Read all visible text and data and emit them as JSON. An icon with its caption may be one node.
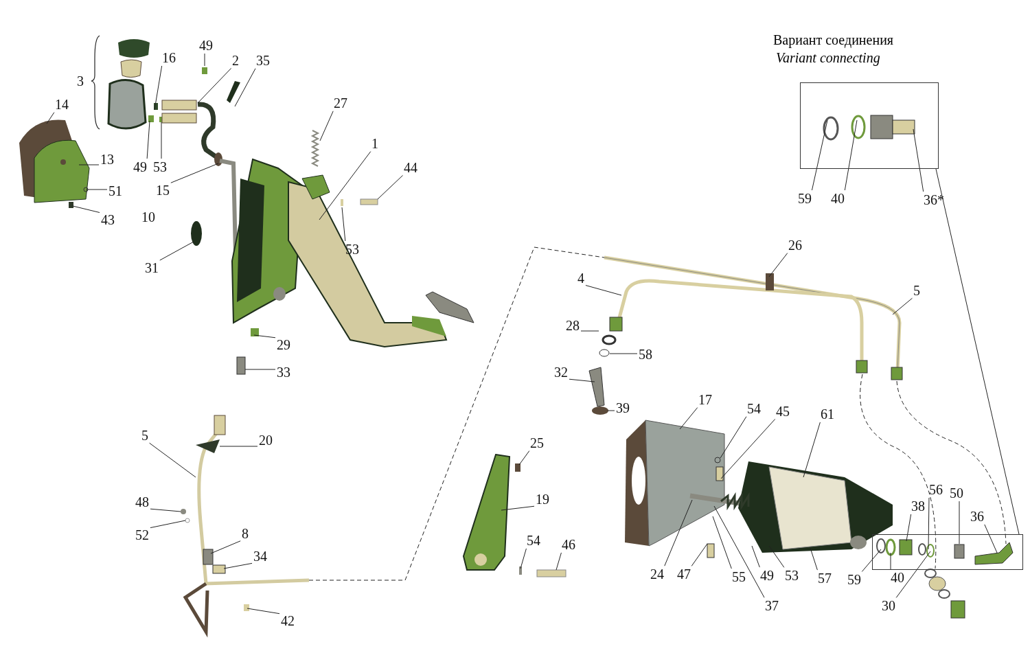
{
  "diagram": {
    "nodes": [
      {
        "text": [
          "Вариант соединения",
          "Variant connecting"
        ]
      },
      {
        "text": [],
        "shape": "box"
      },
      {
        "text": [
          "16"
        ]
      },
      {
        "text": [
          "49"
        ]
      },
      {
        "text": [
          "2"
        ]
      },
      {
        "text": [
          "35"
        ]
      },
      {
        "text": [
          "14"
        ]
      },
      {
        "text": [
          "27"
        ]
      },
      {
        "text": [
          "1"
        ]
      },
      {
        "text": [
          "13"
        ]
      },
      {
        "text": [
          "49"
        ]
      },
      {
        "text": [
          "53"
        ]
      },
      {
        "text": [
          "44"
        ]
      },
      {
        "text": [
          "51"
        ]
      },
      {
        "text": [
          "15"
        ]
      },
      {
        "text": [
          "43"
        ]
      },
      {
        "text": [
          "31"
        ]
      },
      {
        "text": [
          "53"
        ]
      },
      {
        "text": [
          "59"
        ]
      },
      {
        "text": [
          "40"
        ]
      },
      {
        "text": [
          "36*"
        ]
      },
      {
        "text": [
          "26"
        ]
      },
      {
        "text": [
          "4"
        ]
      },
      {
        "text": [
          "5"
        ]
      },
      {
        "text": [
          "28"
        ]
      },
      {
        "text": [
          "29"
        ]
      },
      {
        "text": [
          "58"
        ]
      },
      {
        "text": [
          "33"
        ]
      },
      {
        "text": [
          "32"
        ]
      },
      {
        "text": [
          "39"
        ]
      },
      {
        "text": [
          "17"
        ]
      },
      {
        "text": [
          "54"
        ]
      },
      {
        "text": [
          "45"
        ]
      },
      {
        "text": [
          "61"
        ]
      },
      {
        "text": [
          "25"
        ]
      },
      {
        "text": [
          "5"
        ]
      },
      {
        "text": [
          "20"
        ]
      },
      {
        "text": [
          "19"
        ]
      },
      {
        "text": [
          "48"
        ]
      },
      {
        "text": [
          "56"
        ]
      },
      {
        "text": [
          "50"
        ]
      },
      {
        "text": [
          "38"
        ]
      },
      {
        "text": [
          "36"
        ]
      },
      {
        "text": [
          "52"
        ]
      },
      {
        "text": [
          "8"
        ]
      },
      {
        "text": [
          "34"
        ]
      },
      {
        "text": [
          "54"
        ]
      },
      {
        "text": [
          "46"
        ]
      },
      {
        "text": [
          "24"
        ]
      },
      {
        "text": [
          "47"
        ]
      },
      {
        "text": [
          "55"
        ]
      },
      {
        "text": [
          "49"
        ]
      },
      {
        "text": [
          "53"
        ]
      },
      {
        "text": [
          "57"
        ]
      },
      {
        "text": [
          "59"
        ]
      },
      {
        "text": [
          "40"
        ]
      },
      {
        "text": [
          "37"
        ]
      },
      {
        "text": [
          "30"
        ]
      },
      {
        "text": [
          "42"
        ]
      }
    ],
    "edges": [
      {
        "from": 0,
        "to": 1,
        "arrow": "none"
      },
      {
        "from": 2,
        "to": null,
        "arrow": "none"
      },
      {
        "from": 3,
        "to": null,
        "arrow": "none"
      },
      {
        "from": 4,
        "to": null,
        "arrow": "none"
      },
      {
        "from": 5,
        "to": null,
        "arrow": "none"
      },
      {
        "from": 6,
        "to": null,
        "arrow": "none"
      },
      {
        "from": 7,
        "to": null,
        "arrow": "none"
      },
      {
        "from": 8,
        "to": null,
        "arrow": "none"
      },
      {
        "from": 9,
        "to": null,
        "arrow": "none"
      },
      {
        "from": 10,
        "to": null,
        "arrow": "none"
      },
      {
        "from": 11,
        "to": null,
        "arrow": "none"
      },
      {
        "from": 12,
        "to": null,
        "arrow": "none"
      },
      {
        "from": 13,
        "to": null,
        "arrow": "none"
      },
      {
        "from": 14,
        "to": null,
        "arrow": "none"
      },
      {
        "from": 15,
        "to": null,
        "arrow": "none"
      },
      {
        "from": 16,
        "to": null,
        "arrow": "none"
      },
      {
        "from": 17,
        "to": null,
        "arrow": "none"
      },
      {
        "from": 18,
        "to": 0,
        "arrow": "none"
      },
      {
        "from": 19,
        "to": 0,
        "arrow": "none"
      },
      {
        "from": 20,
        "to": 0,
        "arrow": "none"
      },
      {
        "from": 21,
        "to": null,
        "arrow": "none"
      },
      {
        "from": 22,
        "to": null,
        "arrow": "none"
      },
      {
        "from": 23,
        "to": null,
        "arrow": "none"
      },
      {
        "from": 24,
        "to": null,
        "arrow": "none"
      },
      {
        "from": 25,
        "to": null,
        "arrow": "none"
      },
      {
        "from": 26,
        "to": null,
        "arrow": "none"
      },
      {
        "from": 27,
        "to": null,
        "arrow": "none"
      },
      {
        "from": 28,
        "to": null,
        "arrow": "none"
      },
      {
        "from": 29,
        "to": null,
        "arrow": "none"
      },
      {
        "from": 30,
        "to": null,
        "arrow": "none"
      },
      {
        "from": 31,
        "to": null,
        "arrow": "none"
      },
      {
        "from": 32,
        "to": null,
        "arrow": "none"
      },
      {
        "from": 33,
        "to": null,
        "arrow": "none"
      },
      {
        "from": 34,
        "to": null,
        "arrow": "none"
      },
      {
        "from": 35,
        "to": null,
        "arrow": "none"
      },
      {
        "from": 36,
        "to": null,
        "arrow": "none"
      },
      {
        "from": 37,
        "to": null,
        "arrow": "none"
      },
      {
        "from": 38,
        "to": null,
        "arrow": "none"
      },
      {
        "from": 39,
        "to": 1,
        "arrow": "none"
      },
      {
        "from": 40,
        "to": 1,
        "arrow": "none"
      },
      {
        "from": 41,
        "to": 1,
        "arrow": "none"
      },
      {
        "from": 42,
        "to": 1,
        "arrow": "none"
      },
      {
        "from": 43,
        "to": null,
        "arrow": "none"
      },
      {
        "from": 44,
        "to": null,
        "arrow": "none"
      },
      {
        "from": 45,
        "to": null,
        "arrow": "none"
      },
      {
        "from": 46,
        "to": null,
        "arrow": "none"
      },
      {
        "from": 47,
        "to": null,
        "arrow": "none"
      },
      {
        "from": 48,
        "to": null,
        "arrow": "none"
      },
      {
        "from": 49,
        "to": null,
        "arrow": "none"
      },
      {
        "from": 50,
        "to": null,
        "arrow": "none"
      },
      {
        "from": 51,
        "to": null,
        "arrow": "none"
      },
      {
        "from": 52,
        "to": null,
        "arrow": "none"
      },
      {
        "from": 53,
        "to": null,
        "arrow": "none"
      },
      {
        "from": 54,
        "to": 1,
        "arrow": "none"
      },
      {
        "from": 55,
        "to": 1,
        "arrow": "none"
      },
      {
        "from": 56,
        "to": null,
        "arrow": "none"
      },
      {
        "from": 57,
        "to": 1,
        "arrow": "none"
      },
      {
        "from": 58,
        "to": null,
        "arrow": "none"
      }
    ],
    "labels": [
      "3",
      "10"
    ]
  }
}
